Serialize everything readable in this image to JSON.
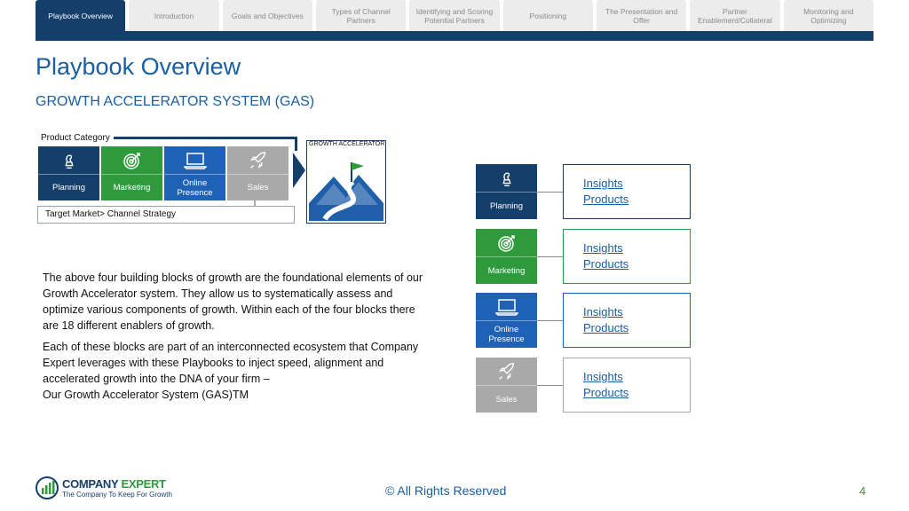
{
  "tabs": [
    {
      "label": "Playbook Overview",
      "active": true
    },
    {
      "label": "Introduction",
      "active": false
    },
    {
      "label": "Goals and Objectives",
      "active": false
    },
    {
      "label": "Types of Channel Partners",
      "active": false
    },
    {
      "label": "Identifying and Scoring Potential Partners",
      "active": false
    },
    {
      "label": "Positioning",
      "active": false
    },
    {
      "label": "The Presentation and Offer",
      "active": false
    },
    {
      "label": "Partner Enablement/Collateral",
      "active": false
    },
    {
      "label": "Monitoring and Optimizing",
      "active": false
    }
  ],
  "header": {
    "title": "Playbook Overview",
    "subtitle": "GROWTH ACCELERATOR SYSTEM (GAS)"
  },
  "diagram": {
    "product_category_label": "Product Category",
    "blocks": [
      {
        "label": "Planning",
        "icon": "chess-piece-icon"
      },
      {
        "label": "Marketing",
        "icon": "target-icon"
      },
      {
        "label": "Online Presence",
        "icon": "laptop-icon"
      },
      {
        "label": "Sales",
        "icon": "rocket-icon"
      }
    ],
    "target_market_label": "Target Market> Channel Strategy",
    "gas_label": "GROWTH ACCELERATOR"
  },
  "body": {
    "paragraph1": "The above four building blocks of growth are the foundational elements of our Growth Accelerator system. They allow us to systematically assess and optimize various components of growth. Within each of the four blocks there are 18 different enablers of growth.",
    "paragraph2_line1": "Each of these blocks are part of an interconnected ecosystem that Company Expert leverages with these Playbooks to inject speed, alignment and accelerated growth into the DNA of your firm –",
    "paragraph2_line2": "Our Growth Accelerator System (GAS)TM"
  },
  "right_blocks": [
    {
      "label": "Planning",
      "link1": "Insights",
      "link2": "Products"
    },
    {
      "label": "Marketing",
      "link1": "Insights",
      "link2": "Products"
    },
    {
      "label": "Online Presence",
      "link1": "Insights",
      "link2": "Products"
    },
    {
      "label": "Sales",
      "link1": "Insights",
      "link2": "Products"
    }
  ],
  "footer": {
    "logo_name_part1": "COMPANY",
    "logo_name_part2": "EXPERT",
    "logo_tagline": "The Company To Keep For Growth",
    "copyright": "© All Rights Reserved",
    "page_number": "4"
  },
  "colors": {
    "navy": "#153f6b",
    "green": "#2e9a3c",
    "blue": "#1f62b5",
    "gray": "#a9a9a9",
    "title_blue": "#1a5fa0"
  }
}
